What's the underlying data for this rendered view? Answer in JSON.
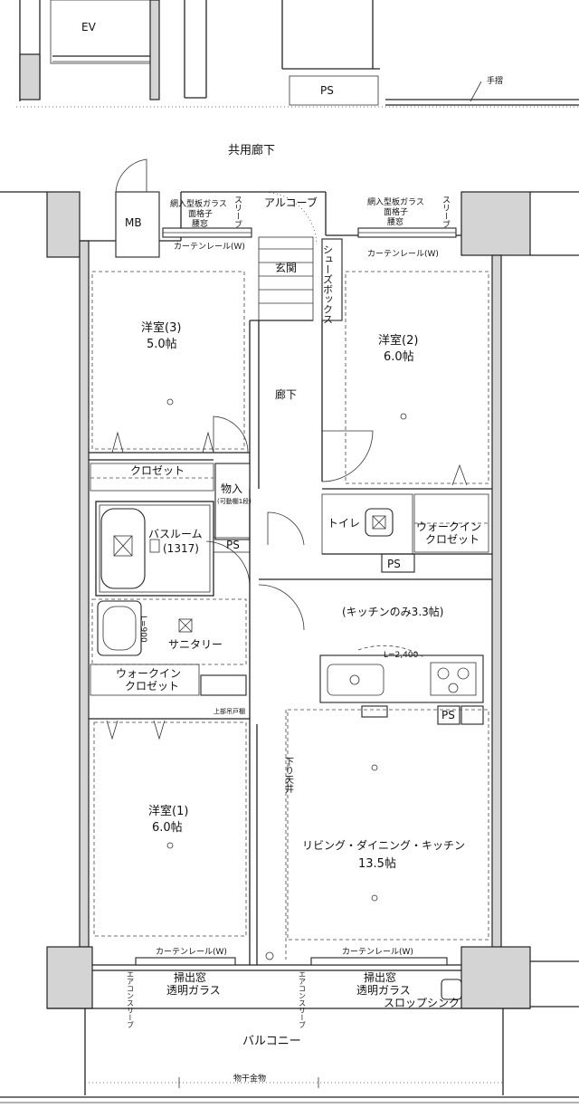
{
  "labels": {
    "ev": "EV",
    "ps_top": "PS",
    "handrail": "手摺",
    "common_corridor": "共用廊下",
    "mb": "MB",
    "alcove": "アルコーブ",
    "glass_left_1": "網入型板ガラス",
    "glass_left_2": "面格子",
    "glass_left_3": "腰窓",
    "glass_right_1": "網入型板ガラス",
    "glass_right_2": "面格子",
    "glass_right_3": "腰窓",
    "curtain_rail_left": "カーテンレール(W)",
    "curtain_rail_right": "カーテンレール(W)",
    "entrance": "玄関",
    "shoes_box": "シューズボックス",
    "room3_name": "洋室(3)",
    "room3_size": "5.0帖",
    "room2_name": "洋室(2)",
    "room2_size": "6.0帖",
    "hallway": "廊下",
    "closet": "クロゼット",
    "storage_name": "物入",
    "storage_note": "(可動棚1段)",
    "toilet": "トイレ",
    "wic_right_1": "ウォークイン",
    "wic_right_2": "クロゼット",
    "bathroom_name": "バスルーム",
    "bathroom_size": "(1317)",
    "ps_bath": "PS",
    "ps_toilet": "PS",
    "ps_kitchen": "PS",
    "kitchen_only": "(キッチンのみ3.3帖)",
    "counter_length": "L=2,400",
    "l_900": "L=900",
    "sanitary": "サニタリー",
    "wic_left_1": "ウォークイン",
    "wic_left_2": "クロゼット",
    "upper_storage": "上部吊戸棚",
    "lowered_ceiling": "下り天井",
    "room1_name": "洋室(1)",
    "room1_size": "6.0帖",
    "ldk_name": "リビング・ダイニング・キッチン",
    "ldk_size": "13.5帖",
    "curtain_rail_bottom_left": "カーテンレール(W)",
    "curtain_rail_bottom_right": "カーテンレール(W)",
    "sash_left_1": "掃出窓",
    "sash_left_2": "透明ガラス",
    "sash_right_1": "掃出窓",
    "sash_right_2": "透明ガラス",
    "ac_sleeve_left": "エアコンスリーブ",
    "ac_sleeve_right": "エアコンスリーブ",
    "slop_sink": "スロップシンク",
    "balcony": "バルコニー",
    "drying_hardware": "物干金物",
    "sleeve_top_left": "スリーブ",
    "sleeve_top_right": "スリーブ"
  }
}
